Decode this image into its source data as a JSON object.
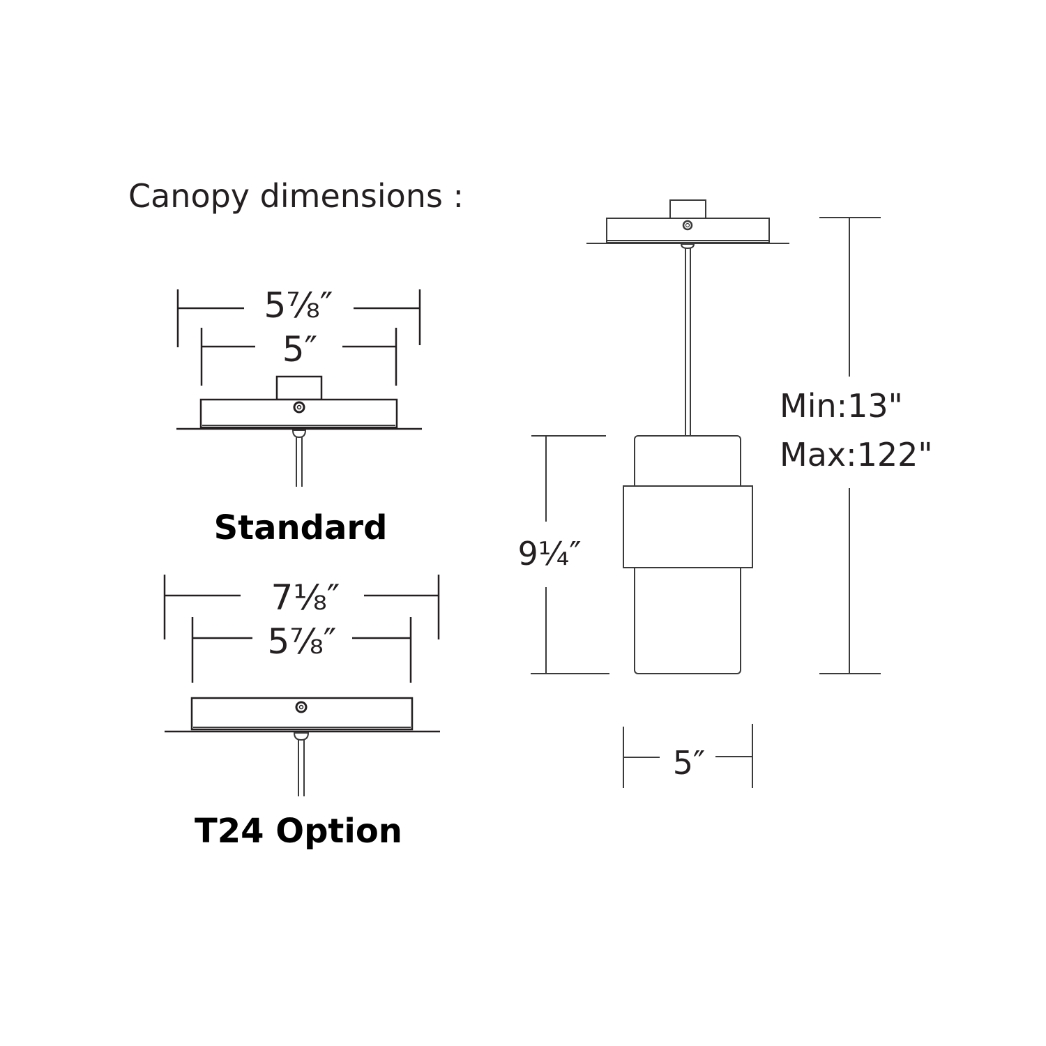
{
  "title": "Canopy dimensions :",
  "colors": {
    "line": "#231f20",
    "background": "#ffffff"
  },
  "standard_canopy": {
    "label": "Standard",
    "outer_width": "5⅞″",
    "inner_width": "5″"
  },
  "t24_canopy": {
    "label": "T24 Option",
    "outer_width": "7⅛″",
    "inner_width": "5⅞″"
  },
  "fixture": {
    "shade_height": "9¼″",
    "shade_width": "5″",
    "overall_height_min": "Min:13\"",
    "overall_height_max": "Max:122\""
  }
}
